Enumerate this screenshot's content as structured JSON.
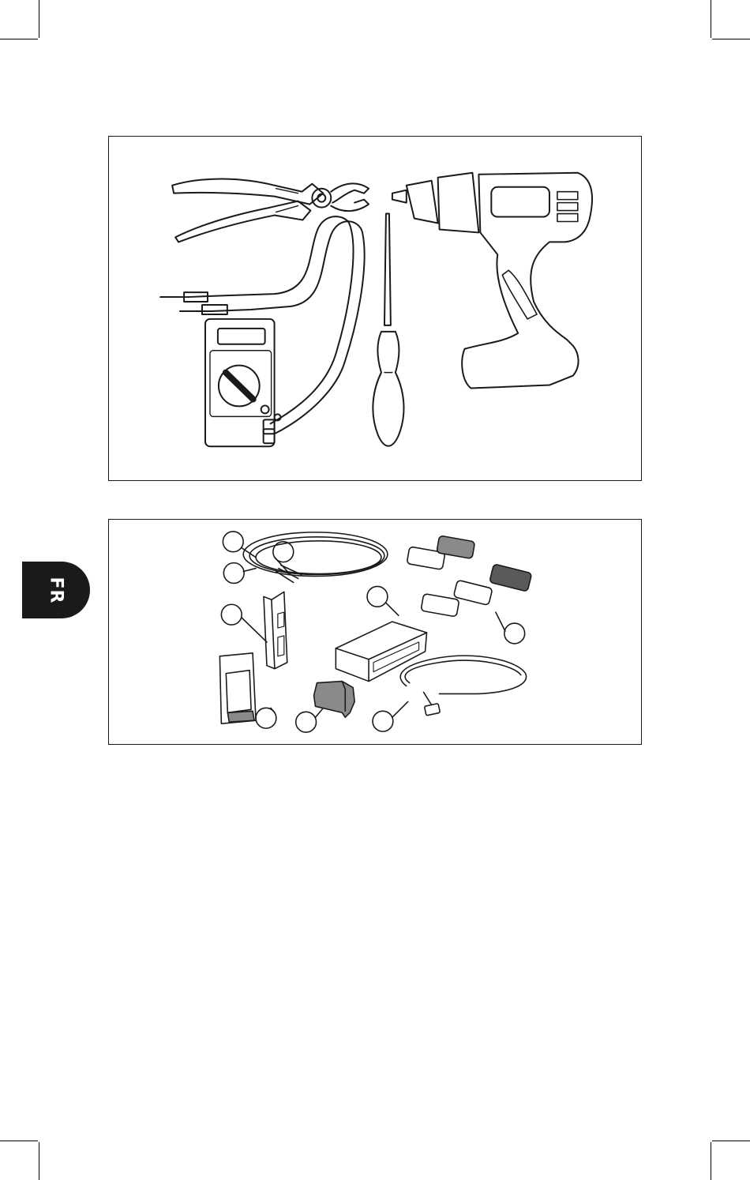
{
  "language_tab": {
    "label": "FR"
  },
  "figure_tools": {
    "items": [
      "pliers-icon",
      "multimeter-icon",
      "screwdriver-icon",
      "drill-icon"
    ]
  },
  "figure_kit": {
    "items": [
      "cable-bundle",
      "circuit-breaker",
      "power-supply",
      "terminal-block",
      "network-switch",
      "keypad-covers",
      "connector-cable"
    ],
    "callouts_unlabeled": true
  },
  "colors": {
    "ink": "#1a1a1a",
    "tab": "#1a1a1a",
    "shade": "#8a8a8a",
    "dark_shade": "#5a5a5a"
  }
}
